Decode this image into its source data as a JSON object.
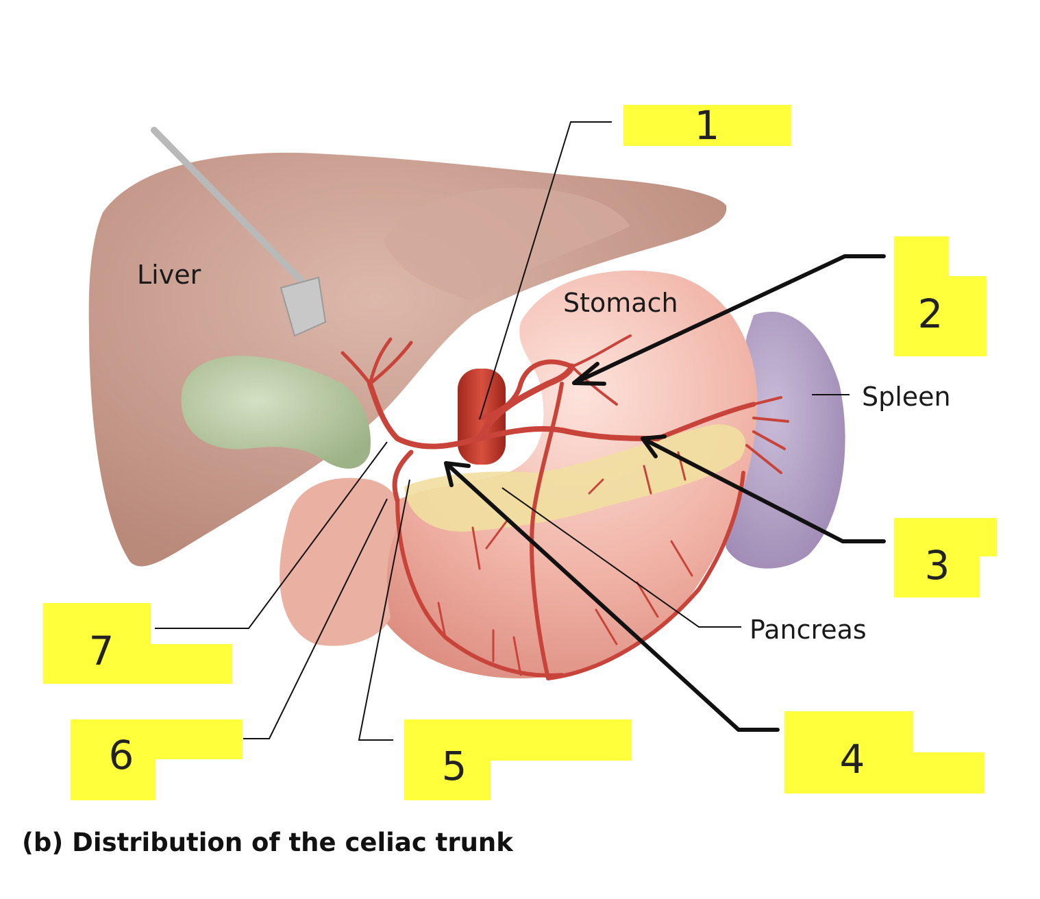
{
  "organs": {
    "liver": "Liver",
    "stomach": "Stomach",
    "spleen": "Spleen",
    "pancreas": "Pancreas"
  },
  "callouts": [
    "1",
    "2",
    "3",
    "4",
    "5",
    "6",
    "7"
  ],
  "caption": "(b) Distribution of the celiac trunk",
  "colors": {
    "highlight": "#ffff3c",
    "artery": "#c8443a",
    "liver": "#c79d8e",
    "stomach": "#f0b4a8",
    "spleen": "#b3a2c4",
    "gallbladder": "#b7c7a3",
    "pancreas": "#f1dfa0"
  }
}
